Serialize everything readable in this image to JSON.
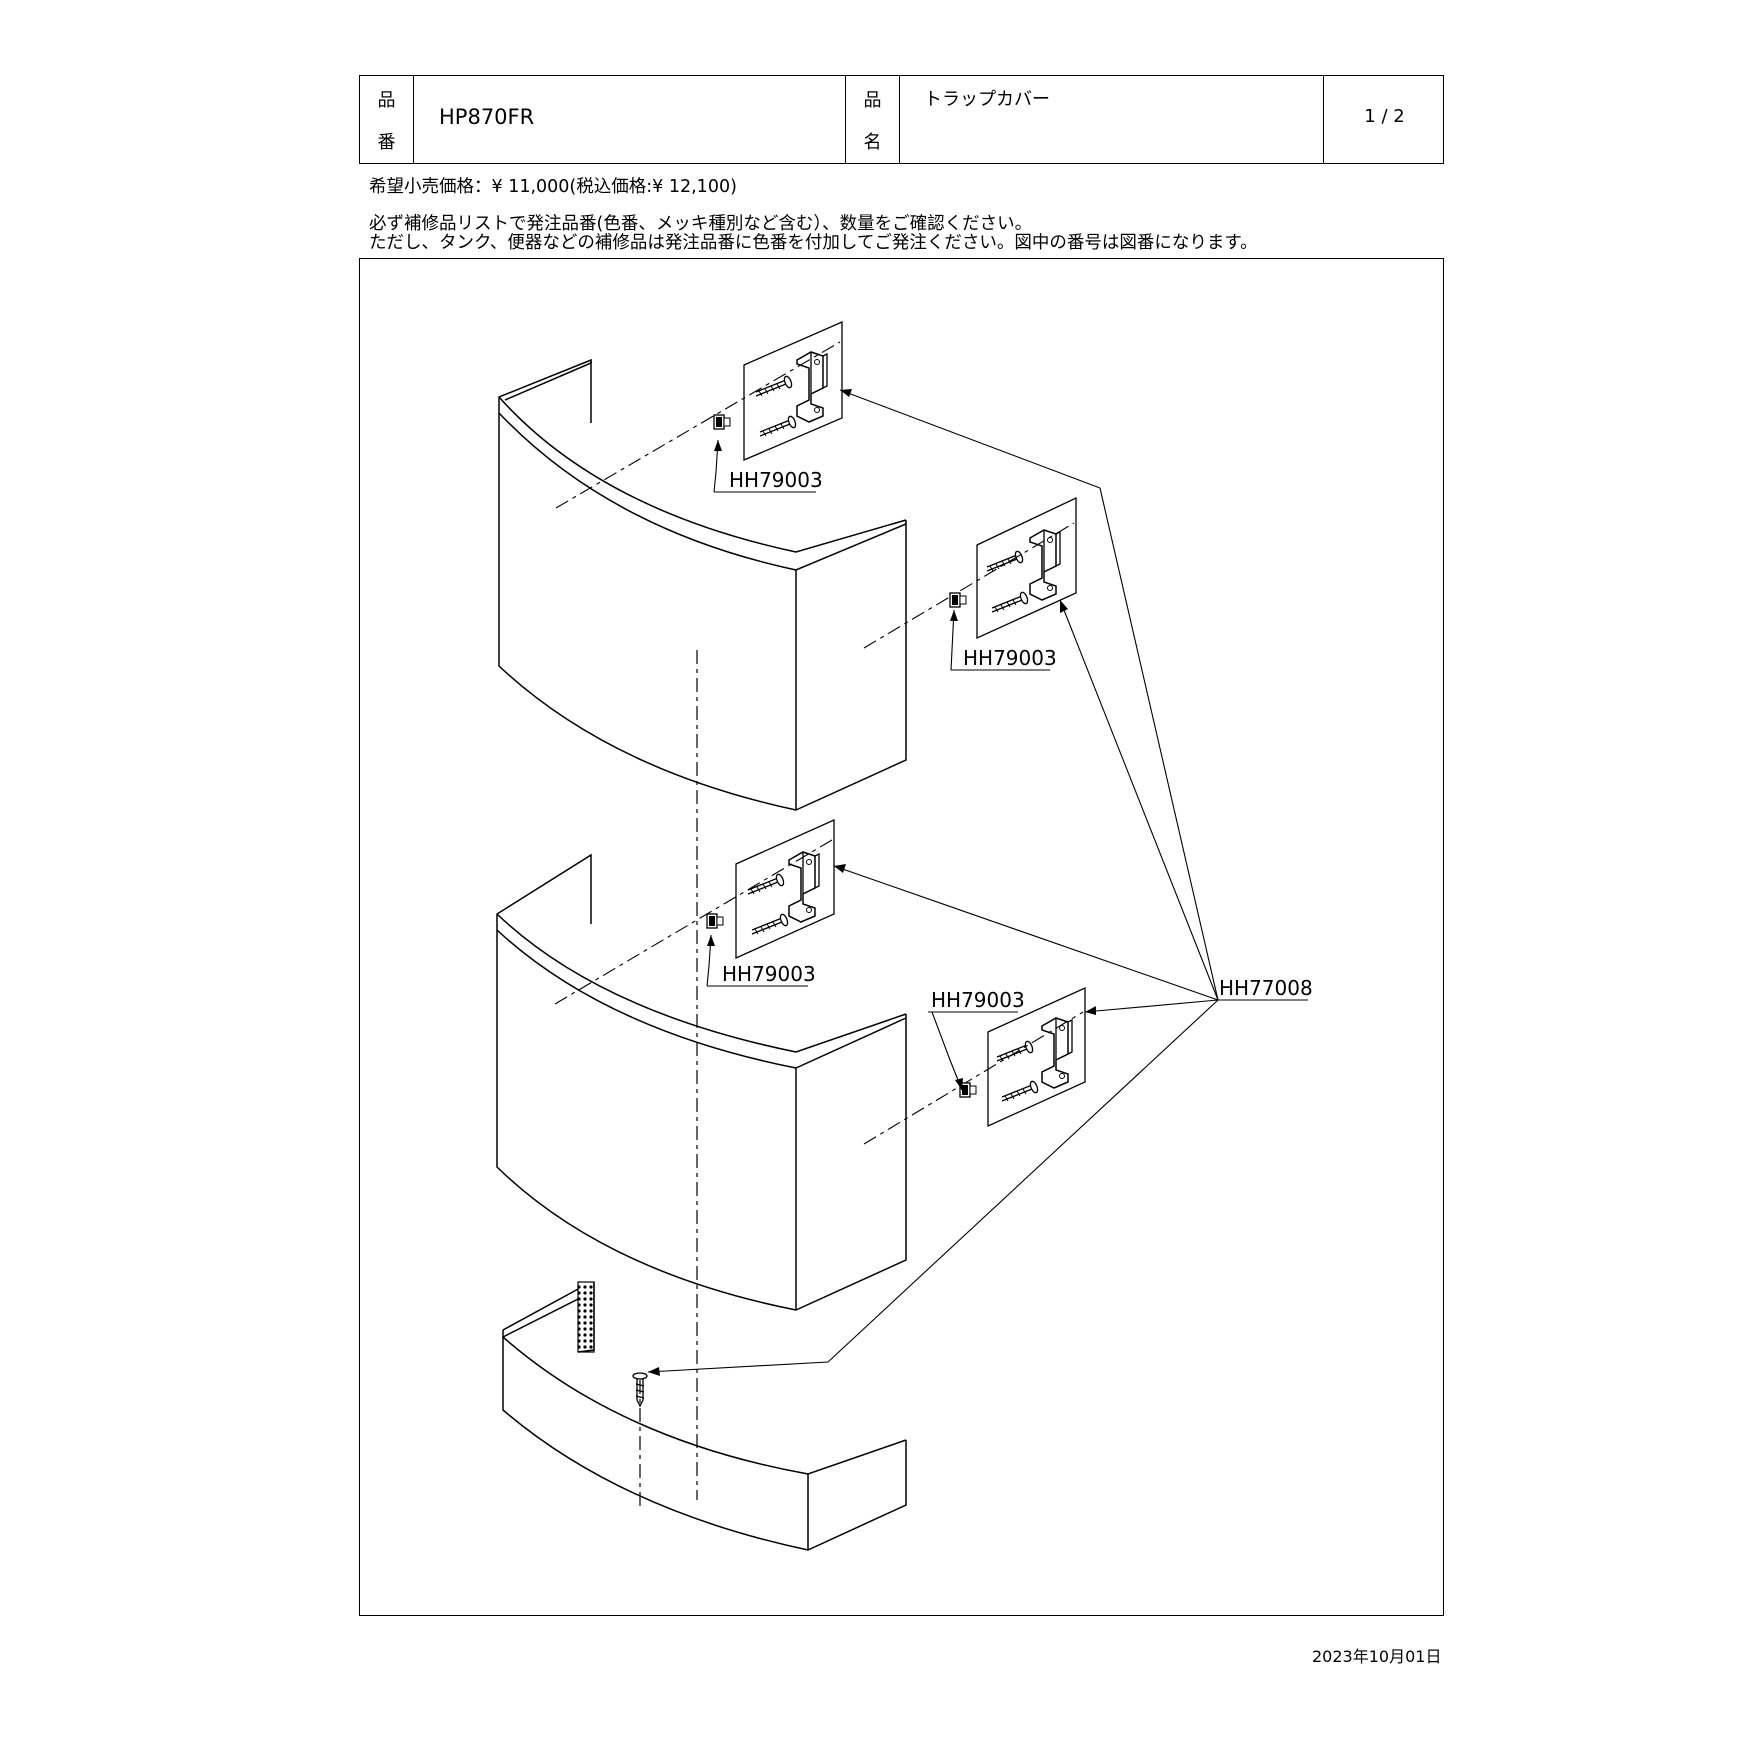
{
  "header": {
    "part_number_label_1": "品",
    "part_number_label_2": "番",
    "part_number": "HP870FR",
    "product_name_label_1": "品",
    "product_name_label_2": "名",
    "product_name": "トラップカバー",
    "page": "1 / 2"
  },
  "price_line": "希望小売価格：¥ 11,000(税込価格:¥ 12,100)",
  "note_line_1": "必ず補修品リストで発注品番(色番、メッキ種別など含む）、数量をご確認ください。",
  "note_line_2": "ただし、タンク、便器などの補修品は発注品番に色番を付加してご発注ください。図中の番号は図番になります。",
  "callouts": {
    "c1": "HH79003",
    "c2": "HH79003",
    "c3": "HH79003",
    "c4": "HH79003",
    "c5": "HH77008"
  },
  "date": "2023年10月01日"
}
